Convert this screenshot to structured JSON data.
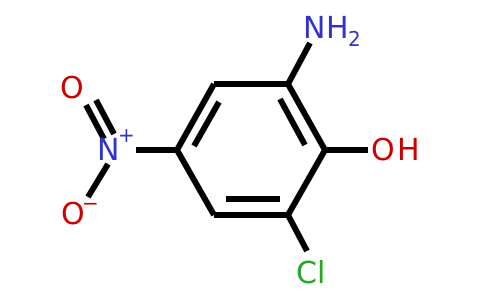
{
  "molecule": {
    "colors": {
      "bond": "#000000",
      "nitrogen": "#3333cc",
      "oxygen": "#cc0000",
      "chlorine": "#22aa22"
    },
    "labels": {
      "amino_n": "N",
      "amino_h": "H",
      "amino_sub": "2",
      "hydroxyl_o": "O",
      "hydroxyl_h": "H",
      "chloro": "Cl",
      "nitro_n": "N",
      "nitro_n_charge": "+",
      "nitro_o_top": "O",
      "nitro_o_bottom": "O",
      "nitro_o_charge": "−"
    }
  }
}
